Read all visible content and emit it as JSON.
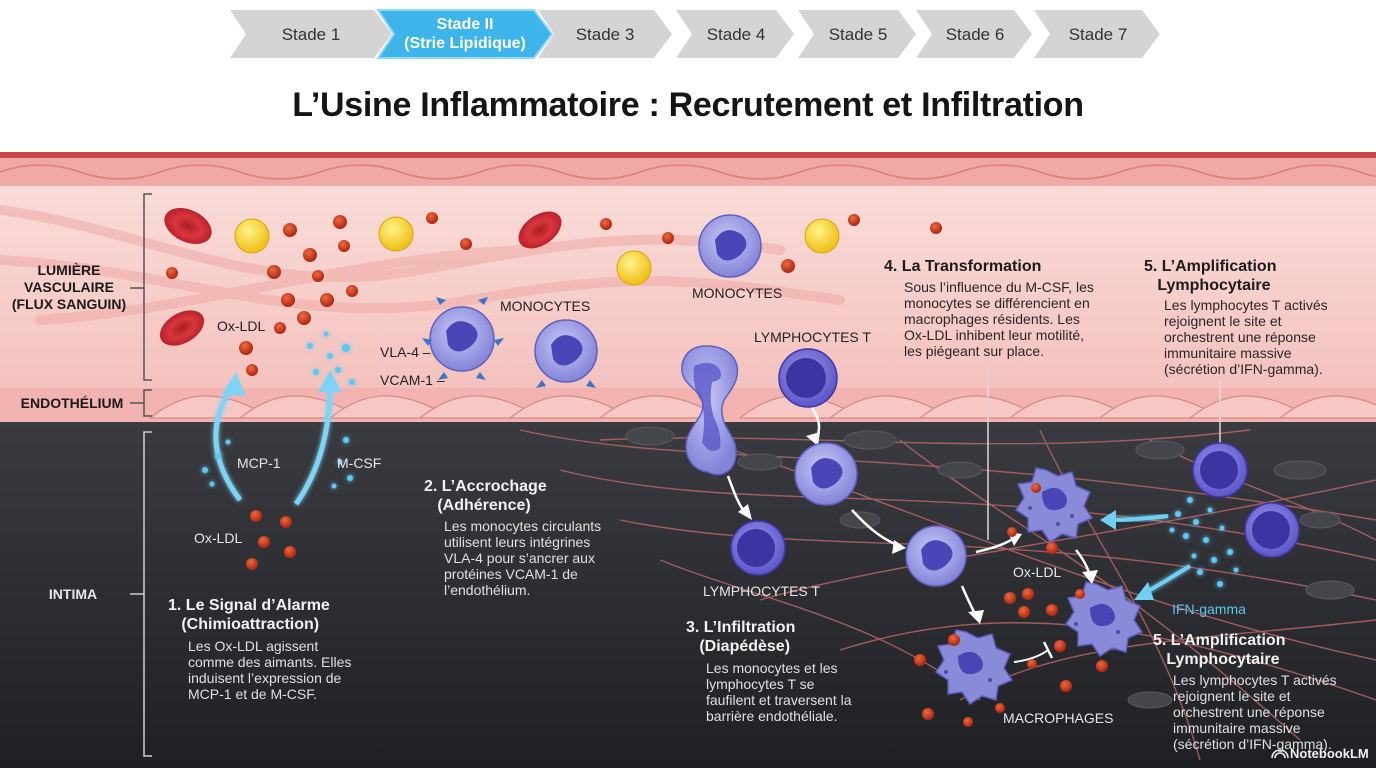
{
  "stages": [
    {
      "label": "Stade 1",
      "active": false
    },
    {
      "label": "Stade II\n(Strie Lipidique)",
      "active": true
    },
    {
      "label": "Stade 3",
      "active": false
    },
    {
      "label": "Stade 4",
      "active": false
    },
    {
      "label": "Stade 5",
      "active": false
    },
    {
      "label": "Stade 6",
      "active": false
    },
    {
      "label": "Stade 7",
      "active": false
    }
  ],
  "title": "L’Usine Inflammatoire : Recrutement et Infiltration",
  "zones": {
    "lumen": "LUMIÈRE\nVASCULAIRE\n(FLUX SANGUIN)",
    "endothelium": "ENDOTHÉLIUM",
    "intima": "INTIMA"
  },
  "labels": {
    "oxldl": "Ox-LDL",
    "monocytes": "MONOCYTES",
    "vla4": "VLA-4 –",
    "vcam1": "VCAM-1 –",
    "lymphocytes_t": "LYMPHOCYTES T",
    "mcp1": "MCP-1",
    "mcsf": "M-CSF",
    "macrophages": "MACROPHAGES",
    "ifn_gamma": "IFN-gamma"
  },
  "steps": {
    "s1": {
      "title": "1. Le Signal d’Alarme\n   (Chimioattraction)",
      "body": "Les Ox-LDL agissent\ncomme des aimants. Elles\ninduisent l’expression de\nMCP-1 et de M-CSF."
    },
    "s2": {
      "title": "2. L’Accrochage\n   (Adhérence)",
      "body": "Les monocytes circulants\nutilisent leurs intégrines\nVLA-4 pour s’ancrer aux\nprotéines VCAM-1 de\nl’endothélium."
    },
    "s3": {
      "title": "3. L’Infiltration\n   (Diapédèse)",
      "body": "Les monocytes et les\nlymphocytes T se\nfaufilent et traversent la\nbarrière endothéliale."
    },
    "s4": {
      "title": "4. La Transformation",
      "body": "Sous l’influence du M-CSF, les\nmonocytes se différencient en\nmacrophages résidents. Les\nOx-LDL inhibent leur motilité,\nles piégeant sur place."
    },
    "s5a": {
      "title": "5. L’Amplification\n   Lymphocytaire",
      "body": "Les lymphocytes T activés\nrejoignent le site et\norchestrent une réponse\nimmunitaire massive\n(sécrétion d’IFN-gamma)."
    },
    "s5b": {
      "title": "5. L’Amplification\n   Lymphocytaire",
      "body": "Les lymphocytes T activés\nrejoignent le site et\norchestrent une réponse\nimmunitaire massive\n(sécrétion d’IFN-gamma)."
    }
  },
  "brand": "NotebookLM",
  "colors": {
    "stage_active": "#3db5ea",
    "stage_inactive": "#d4d4d4",
    "lumen": "#f6c9c5",
    "vessel_wall": "#e27a7a",
    "intima": "#2b2c30",
    "monocyte": "#8f8fe0",
    "lymphocyte": "#4a3fb0",
    "ldl": "#c8351c",
    "chemokine": "#58c6f2"
  }
}
